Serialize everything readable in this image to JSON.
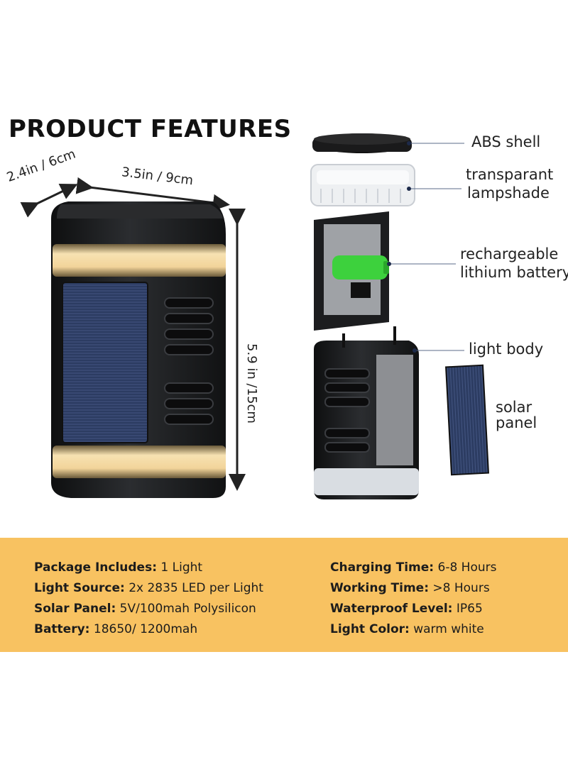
{
  "heading": "PRODUCT FEATURES",
  "dimensions": {
    "depth": "2.4in / 6cm",
    "width": "3.5in / 9cm",
    "height": "5.9 in /15cm"
  },
  "parts": {
    "abs_shell": "ABS shell",
    "lampshade_line1": "transparant",
    "lampshade_line2": "lampshade",
    "battery_line1": "rechargeable",
    "battery_line2": "lithium battery",
    "light_body": "light body",
    "solar_line1": "solar",
    "solar_line2": "panel"
  },
  "specs": {
    "left": [
      {
        "key": "Package Includes:",
        "value": "1 Light"
      },
      {
        "key": "Light Source:",
        "value": "2x 2835 LED per Light"
      },
      {
        "key": "Solar Panel:",
        "value": "5V/100mah Polysilicon"
      },
      {
        "key": "Battery:",
        "value": "18650/ 1200mah"
      }
    ],
    "right": [
      {
        "key": "Charging Time:",
        "value": "6-8 Hours"
      },
      {
        "key": "Working Time:",
        "value": ">8 Hours"
      },
      {
        "key": "Waterproof Level:",
        "value": "IP65"
      },
      {
        "key": "Light Color:",
        "value": "warm white"
      }
    ]
  },
  "colors": {
    "band": "#f8c261",
    "body": "#1b1c1e",
    "glow": "#f5d9a0",
    "solar": "#2a3a5e",
    "battery": "#3dd13d"
  }
}
